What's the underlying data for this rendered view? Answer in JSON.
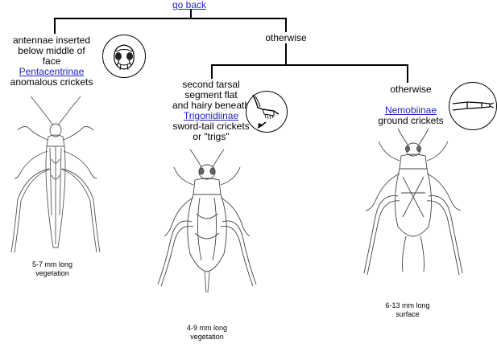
{
  "nav": {
    "go_back": "go back"
  },
  "branches": {
    "pentacentrinae": {
      "line1": "antennae inserted",
      "line2": "below middle of",
      "line3": "face",
      "taxon": "Pentacentrinae",
      "common": "anomalous crickets",
      "size": "5-7 mm long",
      "habitat": "vegetation",
      "icon": "cricket-face-icon"
    },
    "otherwise_top": {
      "label": "otherwise"
    },
    "trigonidiinae": {
      "line1": "second tarsal",
      "line2": "segment flat",
      "line3": "and hairy beneath",
      "taxon": "Trigonidiinae",
      "common1": "sword-tail crickets",
      "common2": "or \"trigs\"",
      "size": "4-9 mm long",
      "habitat": "vegetation",
      "icon": "hairy-tarsus-icon"
    },
    "nemobiinae": {
      "label": "otherwise",
      "taxon": "Nemobiinae",
      "common": "ground crickets",
      "size": "6-13 mm long",
      "habitat": "surface",
      "icon": "tarsus-segment-icon"
    }
  }
}
